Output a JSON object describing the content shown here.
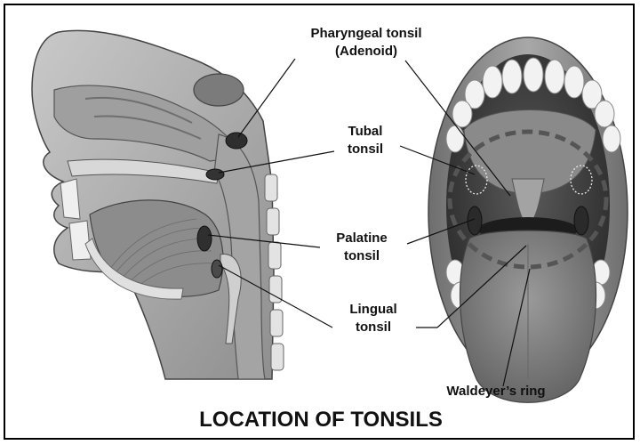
{
  "figure": {
    "title": "LOCATION OF TONSILS",
    "labels": {
      "pharyngeal_line1": "Pharyngeal tonsil",
      "pharyngeal_line2": "(Adenoid)",
      "tubal_line1": "Tubal",
      "tubal_line2": "tonsil",
      "palatine_line1": "Palatine",
      "palatine_line2": "tonsil",
      "lingual_line1": "Lingual",
      "lingual_line2": "tonsil",
      "waldeyer": "Waldeyer’s ring"
    }
  }
}
